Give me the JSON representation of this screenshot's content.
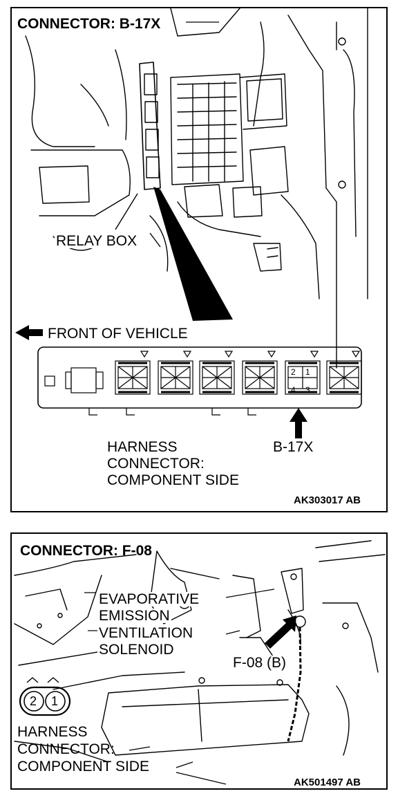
{
  "panel_top": {
    "title": "CONNECTOR: B-17X",
    "relay_box_label": "RELAY BOX",
    "front_label": "FRONT OF VEHICLE",
    "harness_line1": "HARNESS",
    "harness_line2": "CONNECTOR:",
    "harness_line3": "COMPONENT SIDE",
    "connector_label": "B-17X",
    "pins": [
      "2",
      "1",
      "4",
      "3"
    ],
    "figure_code": "AK303017 AB"
  },
  "panel_bottom": {
    "title": "CONNECTOR: F-08",
    "component_line1": "EVAPORATIVE",
    "component_line2": "EMISSION",
    "component_line3": "VENTILATION",
    "component_line4": "SOLENOID",
    "connector_label": "F-08 (B)",
    "pins": [
      "2",
      "1"
    ],
    "harness_line1": "HARNESS",
    "harness_line2": "CONNECTOR:",
    "harness_line3": "COMPONENT SIDE",
    "figure_code": "AK501497 AB"
  }
}
